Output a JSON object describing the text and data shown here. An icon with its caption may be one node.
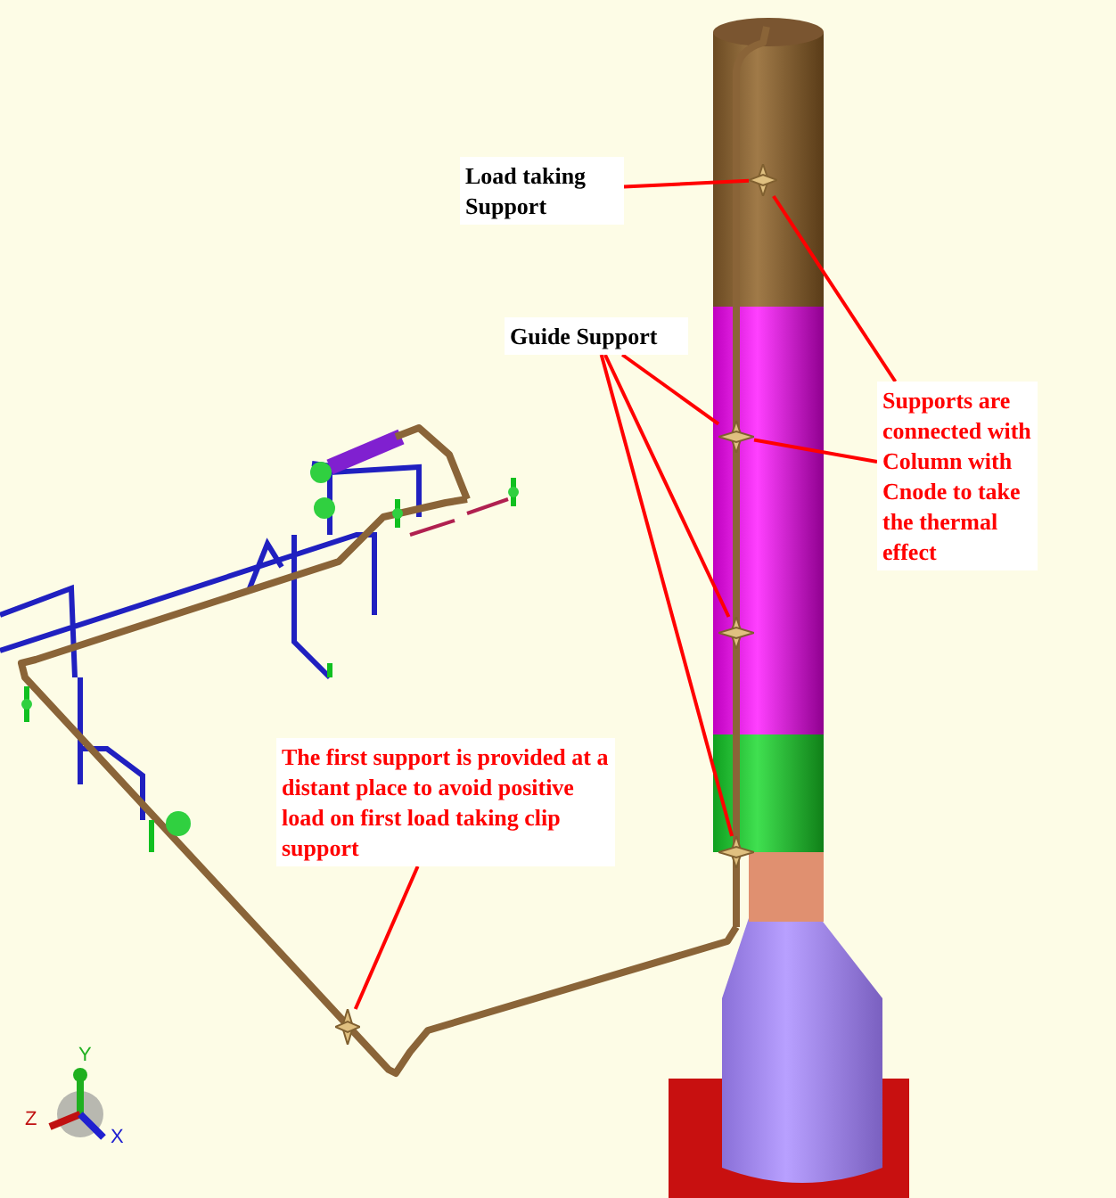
{
  "diagram": {
    "nodes": [
      {
        "text": [
          "Load taking Support"
        ]
      },
      {
        "text": [],
        "shape": "picture"
      },
      {
        "text": [
          "Guide Support"
        ]
      },
      {
        "text": [],
        "shape": "picture"
      },
      {
        "text": [],
        "shape": "picture"
      },
      {
        "text": [],
        "shape": "picture"
      },
      {
        "text": [
          "Supports are connected with Column with Cnode to take the thermal effect"
        ]
      },
      {
        "text": [
          "The first support is provided at a distant place to avoid positive load on first load taking clip support"
        ]
      },
      {
        "text": [],
        "shape": "picture"
      }
    ],
    "edges": [
      {
        "from": 0,
        "to": 1,
        "arrow": "none"
      },
      {
        "from": 2,
        "to": 3,
        "arrow": "none"
      },
      {
        "from": 2,
        "to": 4,
        "arrow": "none"
      },
      {
        "from": 2,
        "to": 5,
        "arrow": "none"
      },
      {
        "from": 6,
        "to": 1,
        "arrow": "none"
      },
      {
        "from": 6,
        "to": 3,
        "arrow": "none"
      },
      {
        "from": 7,
        "to": 8,
        "arrow": "none"
      }
    ],
    "labels": [
      "Y",
      "Z",
      "X"
    ]
  }
}
